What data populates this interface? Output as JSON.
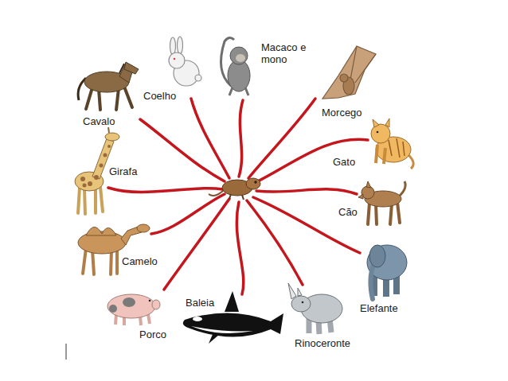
{
  "diagram": {
    "labels": [
      "Cavalo",
      "Coelho",
      "Macaco e mono",
      "Morcego",
      "Gato",
      "Cão",
      "Elefante",
      "Rinoceronte",
      "Baleia",
      "Porco",
      "Camelo",
      "Girafa"
    ]
  }
}
